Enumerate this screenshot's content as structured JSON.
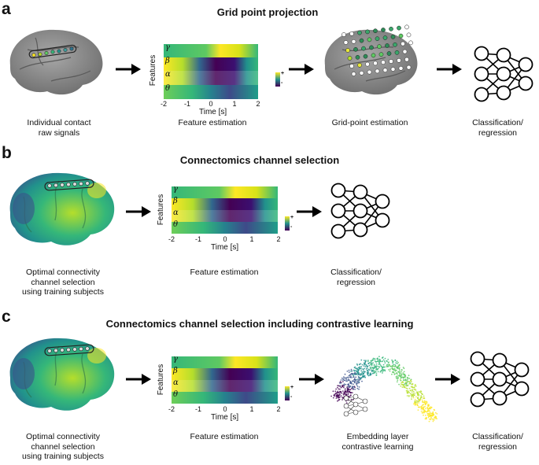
{
  "panels": [
    {
      "letter": "a",
      "title": "Grid point projection",
      "captions": [
        "Individual contact\nraw signals",
        "Feature estimation",
        "Grid-point estimation",
        "Classification/\nregression"
      ]
    },
    {
      "letter": "b",
      "title": "Connectomics channel selection",
      "captions": [
        "Optimal connectivity\nchannel selection\nusing training subjects",
        "Feature estimation",
        "Classification/\nregression"
      ]
    },
    {
      "letter": "c",
      "title": "Connectomics channel selection including contrastive learning",
      "captions": [
        "Optimal connectivity\nchannel selection\nusing training subjects",
        "Feature estimation",
        "Embedding layer\ncontrastive learning",
        "Classification/\nregression"
      ]
    }
  ],
  "heatmap": {
    "ylabel": "Features",
    "xlabel": "Time [s]",
    "xticks": [
      "-2",
      "-1",
      "0",
      "1",
      "2"
    ],
    "bands": [
      "γ",
      "β",
      "α",
      "θ"
    ],
    "colorbar": [
      "+",
      "-"
    ]
  },
  "colors": {
    "brain_gray": "#8a8a8a",
    "viridis_dark": "#440154",
    "viridis_mid": "#21918c",
    "viridis_bright": "#fde725",
    "grid_green": "#3aa66a"
  },
  "icons": {
    "arrow": "right-arrow-icon",
    "network": "neural-network-icon",
    "brain": "brain-icon"
  }
}
